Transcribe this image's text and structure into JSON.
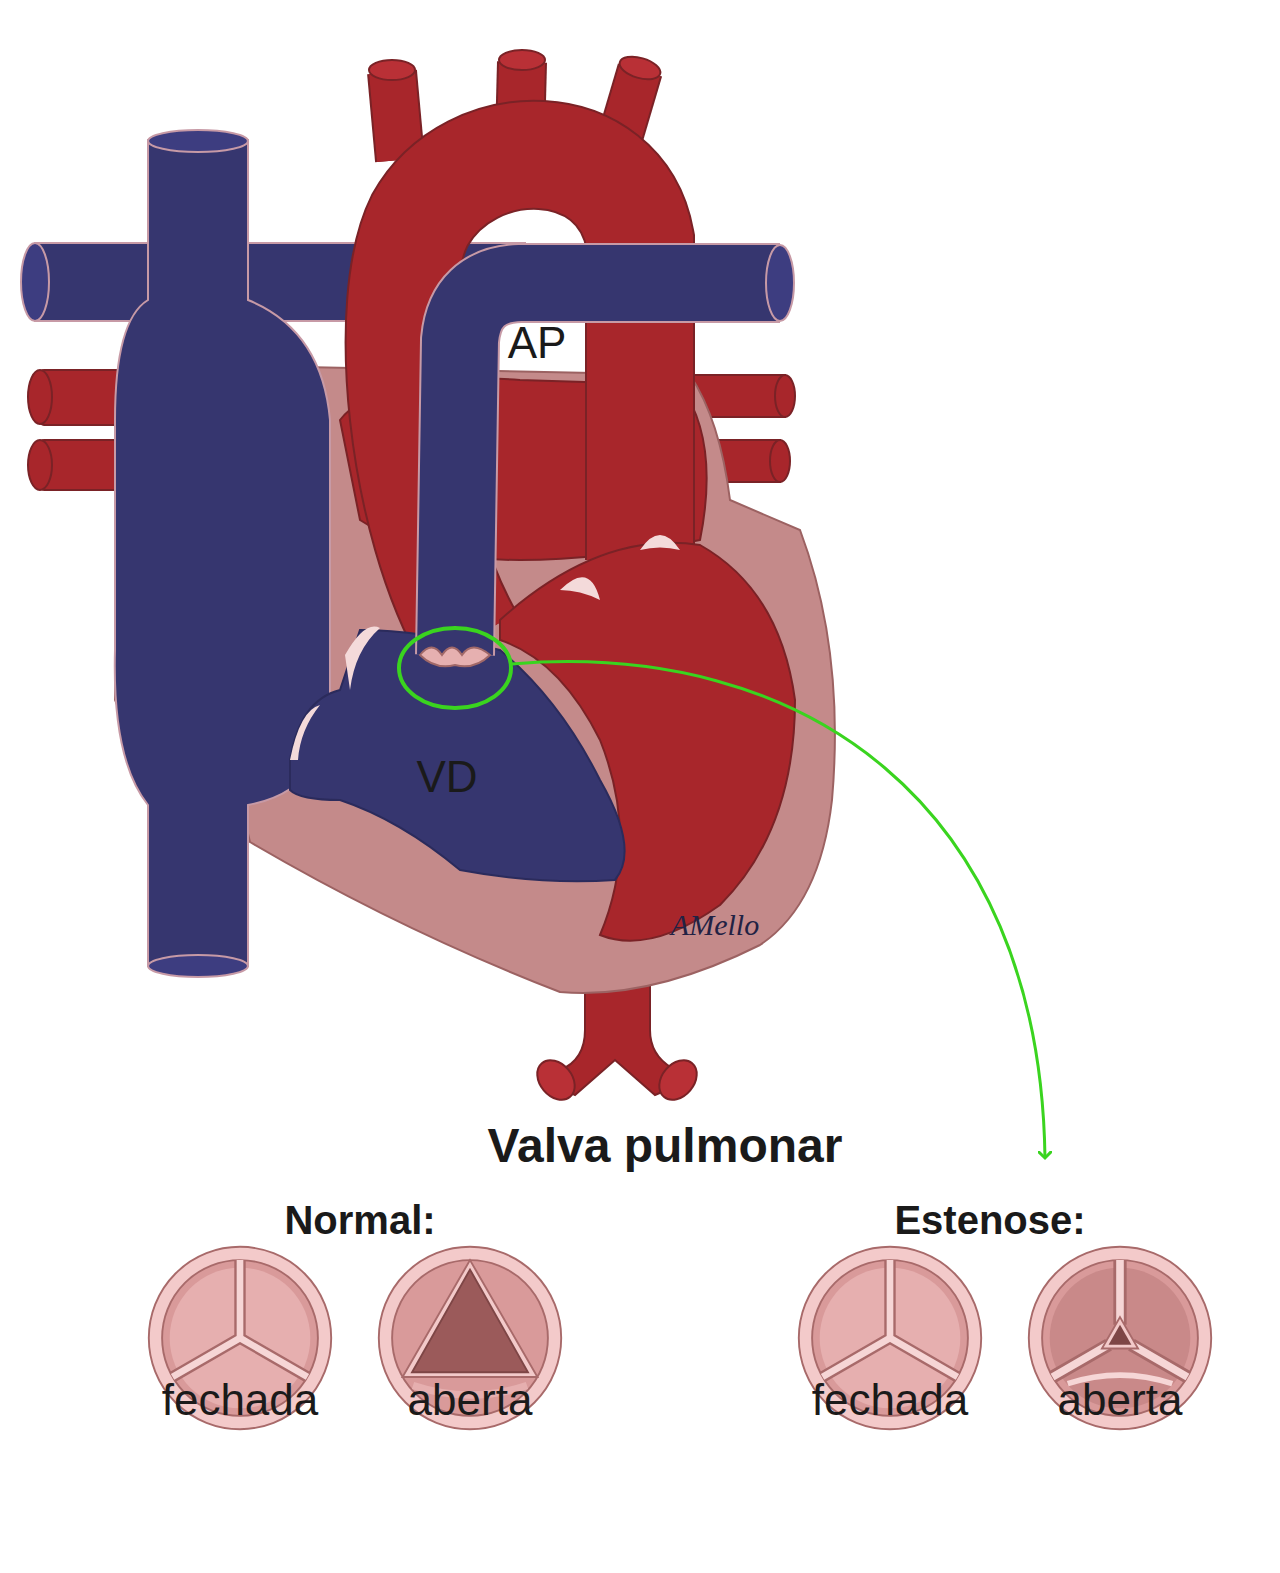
{
  "diagram": {
    "title": "Valva pulmonar",
    "nodes": [
      {
        "text": [
          "fechada"
        ]
      },
      {
        "text": [
          "aberta"
        ]
      },
      {
        "text": [
          "fechada"
        ]
      },
      {
        "text": [
          "aberta"
        ]
      }
    ],
    "labels": [
      "AP",
      "VD",
      "AMello",
      "Normal:",
      "Estenose:"
    ]
  }
}
